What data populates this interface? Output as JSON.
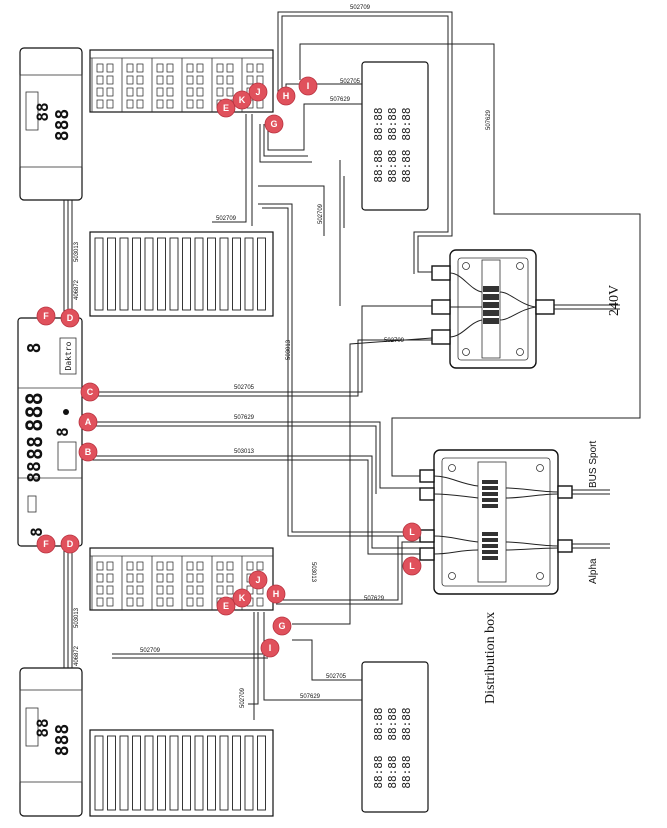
{
  "labels": {
    "c240": "240V",
    "bus_sport": "BUS Sport",
    "alpha": "Alpha",
    "distribution_box": "Distribution box",
    "logo": "Daktro"
  },
  "cables": {
    "c502709": "502709",
    "c507629": "507629",
    "c502705": "502705",
    "c503013": "503013",
    "c406872": "406872"
  },
  "digits": {
    "d888": "888",
    "d88": "88",
    "d8": "8",
    "d88c88": "88:88"
  },
  "markers": [
    "A",
    "B",
    "C",
    "D",
    "E",
    "F",
    "G",
    "H",
    "I",
    "J",
    "K",
    "L"
  ]
}
